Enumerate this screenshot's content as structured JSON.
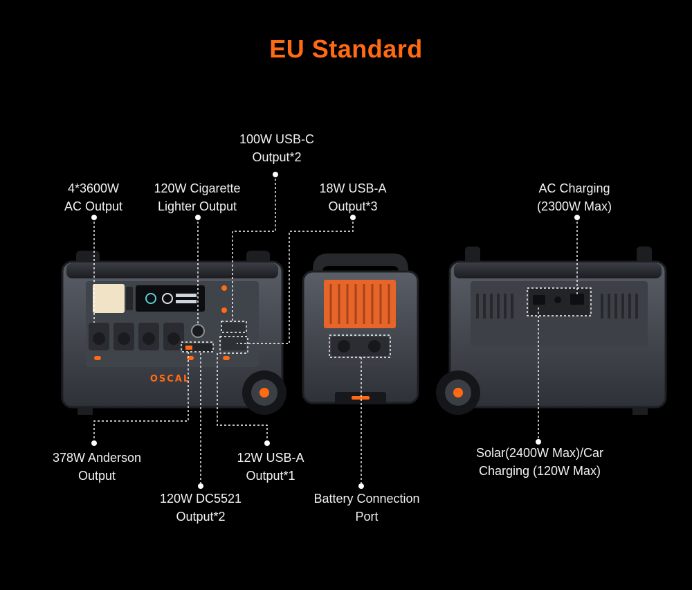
{
  "title": "EU Standard",
  "brand": {
    "logo_text": "OSCAL",
    "accent_color": "#ff6a13"
  },
  "callouts": {
    "usb_c": {
      "line1": "100W USB-C",
      "line2": "Output*2"
    },
    "ac_output": {
      "line1": "4*3600W",
      "line2": "AC Output"
    },
    "cigarette": {
      "line1": "120W Cigarette",
      "line2": "Lighter Output"
    },
    "usb_a_18w": {
      "line1": "18W USB-A",
      "line2": "Output*3"
    },
    "ac_charging": {
      "line1": "AC Charging",
      "line2": "(2300W Max)"
    },
    "anderson": {
      "line1": "378W Anderson",
      "line2": "Output"
    },
    "usb_a_12w": {
      "line1": "12W USB-A",
      "line2": "Output*1"
    },
    "dc5521": {
      "line1": "120W DC5521",
      "line2": "Output*2"
    },
    "battery_port": {
      "line1": "Battery Connection",
      "line2": "Port"
    },
    "solar_car": {
      "line1": "Solar(2400W Max)/Car",
      "line2": "Charging (120W Max)"
    }
  }
}
